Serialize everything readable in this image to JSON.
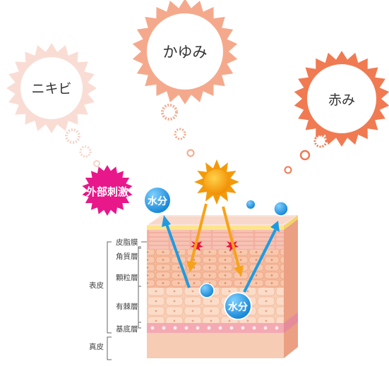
{
  "bubbles": {
    "acne": "ニキビ",
    "itch": "かゆみ",
    "redness": "赤み"
  },
  "external_stimulus": "外部刺激",
  "water": {
    "left": "水分",
    "right": "水分"
  },
  "layers": {
    "sebum": "皮脂膜",
    "stratum_corneum": "角質層",
    "stratum_granulosum": "顆粒層",
    "stratum_spinosum": "有棘層",
    "stratum_basale": "基底層"
  },
  "groups": {
    "epidermis": "表皮",
    "dermis": "真皮"
  },
  "colors": {
    "acne_bubble": "#f9ddd4",
    "itch_bubble": "#f5a98c",
    "redness_bubble": "#f07a52",
    "stimulus": "#e8178a",
    "water": "#1e9be0",
    "sun": "#f39a0b"
  }
}
